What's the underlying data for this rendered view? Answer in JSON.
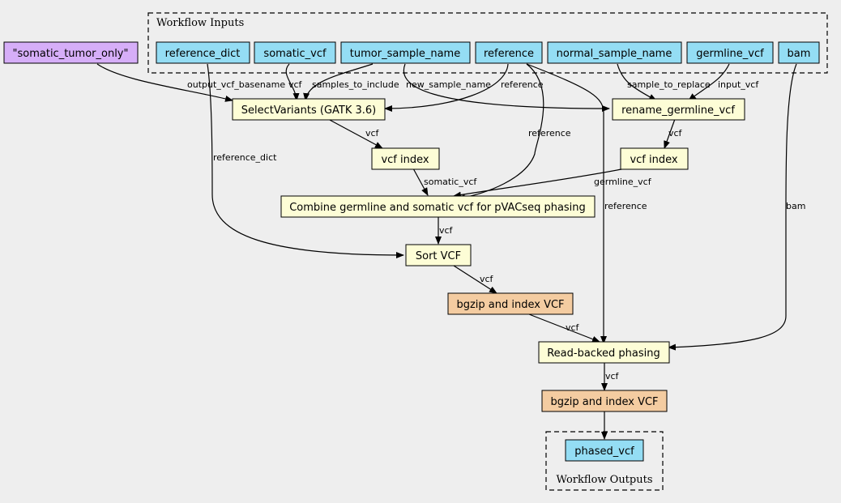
{
  "clusters": {
    "inputs_label": "Workflow Inputs",
    "outputs_label": "Workflow Outputs"
  },
  "nodes": {
    "somatic_tumor_only": "\"somatic_tumor_only\"",
    "reference_dict": "reference_dict",
    "somatic_vcf": "somatic_vcf",
    "tumor_sample_name": "tumor_sample_name",
    "reference": "reference",
    "normal_sample_name": "normal_sample_name",
    "germline_vcf": "germline_vcf",
    "bam": "bam",
    "select_variants": "SelectVariants (GATK 3.6)",
    "rename_germline_vcf": "rename_germline_vcf",
    "vcf_index_somatic": "vcf index",
    "vcf_index_germline": "vcf index",
    "combine": "Combine germline and somatic vcf for pVACseq phasing",
    "sort_vcf": "Sort VCF",
    "bgzip_1": "bgzip and index VCF",
    "read_backed_phasing": "Read-backed phasing",
    "bgzip_2": "bgzip and index VCF",
    "phased_vcf": "phased_vcf"
  },
  "edge_labels": {
    "output_vcf_basename": "output_vcf_basename",
    "vcf_somatic_in": "vcf",
    "samples_to_include": "samples_to_include",
    "new_sample_name": "new_sample_name",
    "reference_select": "reference",
    "sample_to_replace": "sample_to_replace",
    "input_vcf": "input_vcf",
    "vcf_select_out": "vcf",
    "vcf_rename_out": "vcf",
    "reference_dict": "reference_dict",
    "reference_combine": "reference",
    "somatic_vcf": "somatic_vcf",
    "germline_vcf": "germline_vcf",
    "reference_phasing": "reference",
    "bam": "bam",
    "vcf_combine_out": "vcf",
    "vcf_sort_out": "vcf",
    "vcf_bgzip_out": "vcf",
    "vcf_phasing_out": "vcf"
  }
}
